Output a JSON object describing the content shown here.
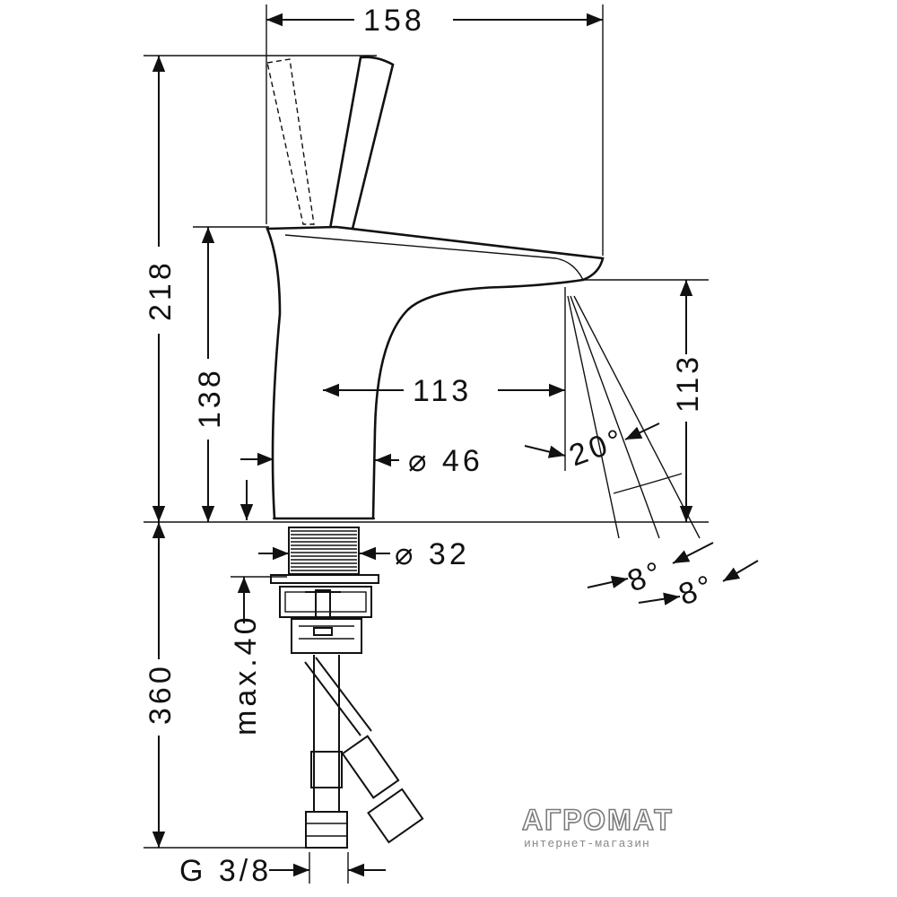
{
  "dimensions": {
    "overall_width": "158",
    "overall_height": "218",
    "spout_height": "138",
    "spout_reach": "113",
    "outlet_height": "113",
    "body_diameter": "⌀ 46",
    "shank_diameter": "⌀ 32",
    "max_thickness": "max.40",
    "hose_length": "360",
    "connection": "G 3/8",
    "spray_angle": "20°",
    "angle_a": "8°",
    "angle_b": "8°"
  },
  "watermark": {
    "brand": "АГРОМАТ",
    "subtitle": "интернет-магазин"
  }
}
